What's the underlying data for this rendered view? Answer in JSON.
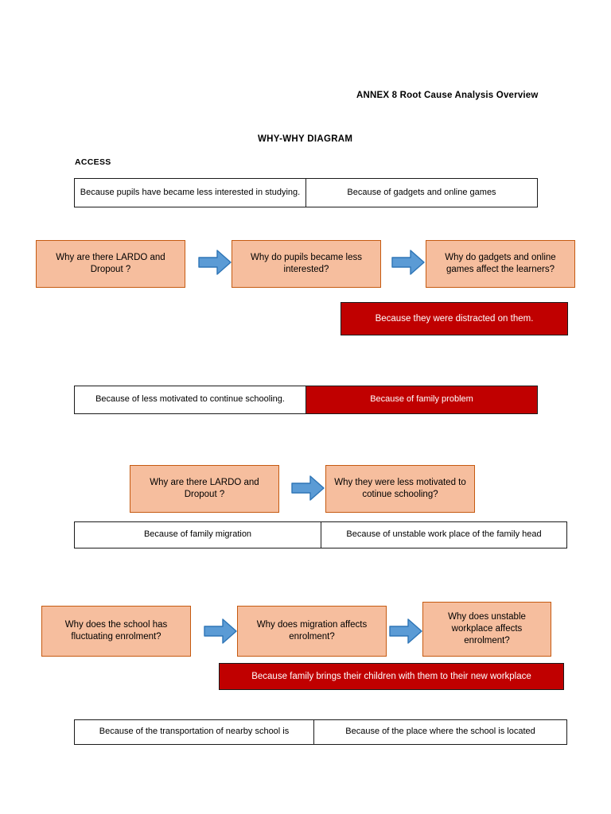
{
  "document": {
    "header": "ANNEX 8 Root Cause Analysis Overview",
    "title": "WHY-WHY DIAGRAM",
    "section_label": "ACCESS"
  },
  "colors": {
    "box_fill": "#F6BE9E",
    "box_border": "#C55A11",
    "answer_red": "#C00000",
    "arrow_fill": "#5B9BD5",
    "arrow_border": "#2E75B6",
    "table_border": "#1A1A1A",
    "text": "#000000",
    "text_inverse": "#FFFFFF"
  },
  "groups": [
    {
      "id": "group-1",
      "cause_row": {
        "cells": [
          {
            "text": "Because pupils have became less interested in studying.",
            "style": "white"
          },
          {
            "text": "Because of gadgets and online games",
            "style": "white"
          }
        ]
      },
      "why_chain": [
        {
          "text": "Why are there LARDO and Dropout ?"
        },
        {
          "text": "Why do pupils became less interested?"
        },
        {
          "text": "Why do gadgets and online games affect the learners?"
        }
      ],
      "arrows": [
        {
          "name": "arrow-right-icon"
        },
        {
          "name": "arrow-right-icon"
        }
      ],
      "answer": {
        "text": "Because they were distracted on them."
      }
    },
    {
      "id": "group-2",
      "cause_row": {
        "cells": [
          {
            "text": "Because of less motivated to continue schooling.",
            "style": "white"
          },
          {
            "text": "Because of family problem",
            "style": "red"
          }
        ]
      },
      "why_chain": [
        {
          "text": "Why are there LARDO and Dropout ?"
        },
        {
          "text": "Why they were less motivated to cotinue schooling?"
        }
      ],
      "arrows": [
        {
          "name": "arrow-right-icon"
        }
      ],
      "sub_row": {
        "cells": [
          {
            "text": "Because of family migration",
            "style": "white"
          },
          {
            "text": "Because of unstable work place of the family head",
            "style": "white"
          }
        ]
      }
    },
    {
      "id": "group-3",
      "why_chain": [
        {
          "text": "Why does the school has fluctuating enrolment?"
        },
        {
          "text": "Why does migration affects enrolment?"
        },
        {
          "text": "Why does unstable workplace affects enrolment?"
        }
      ],
      "arrows": [
        {
          "name": "arrow-right-icon"
        },
        {
          "name": "arrow-right-icon"
        }
      ],
      "answer": {
        "text": "Because family brings their children with them to their new workplace"
      },
      "cause_row": {
        "cells": [
          {
            "text": "Because of the transportation of nearby school is",
            "style": "white"
          },
          {
            "text": "Because of the place where the school is located",
            "style": "white"
          }
        ]
      }
    }
  ]
}
